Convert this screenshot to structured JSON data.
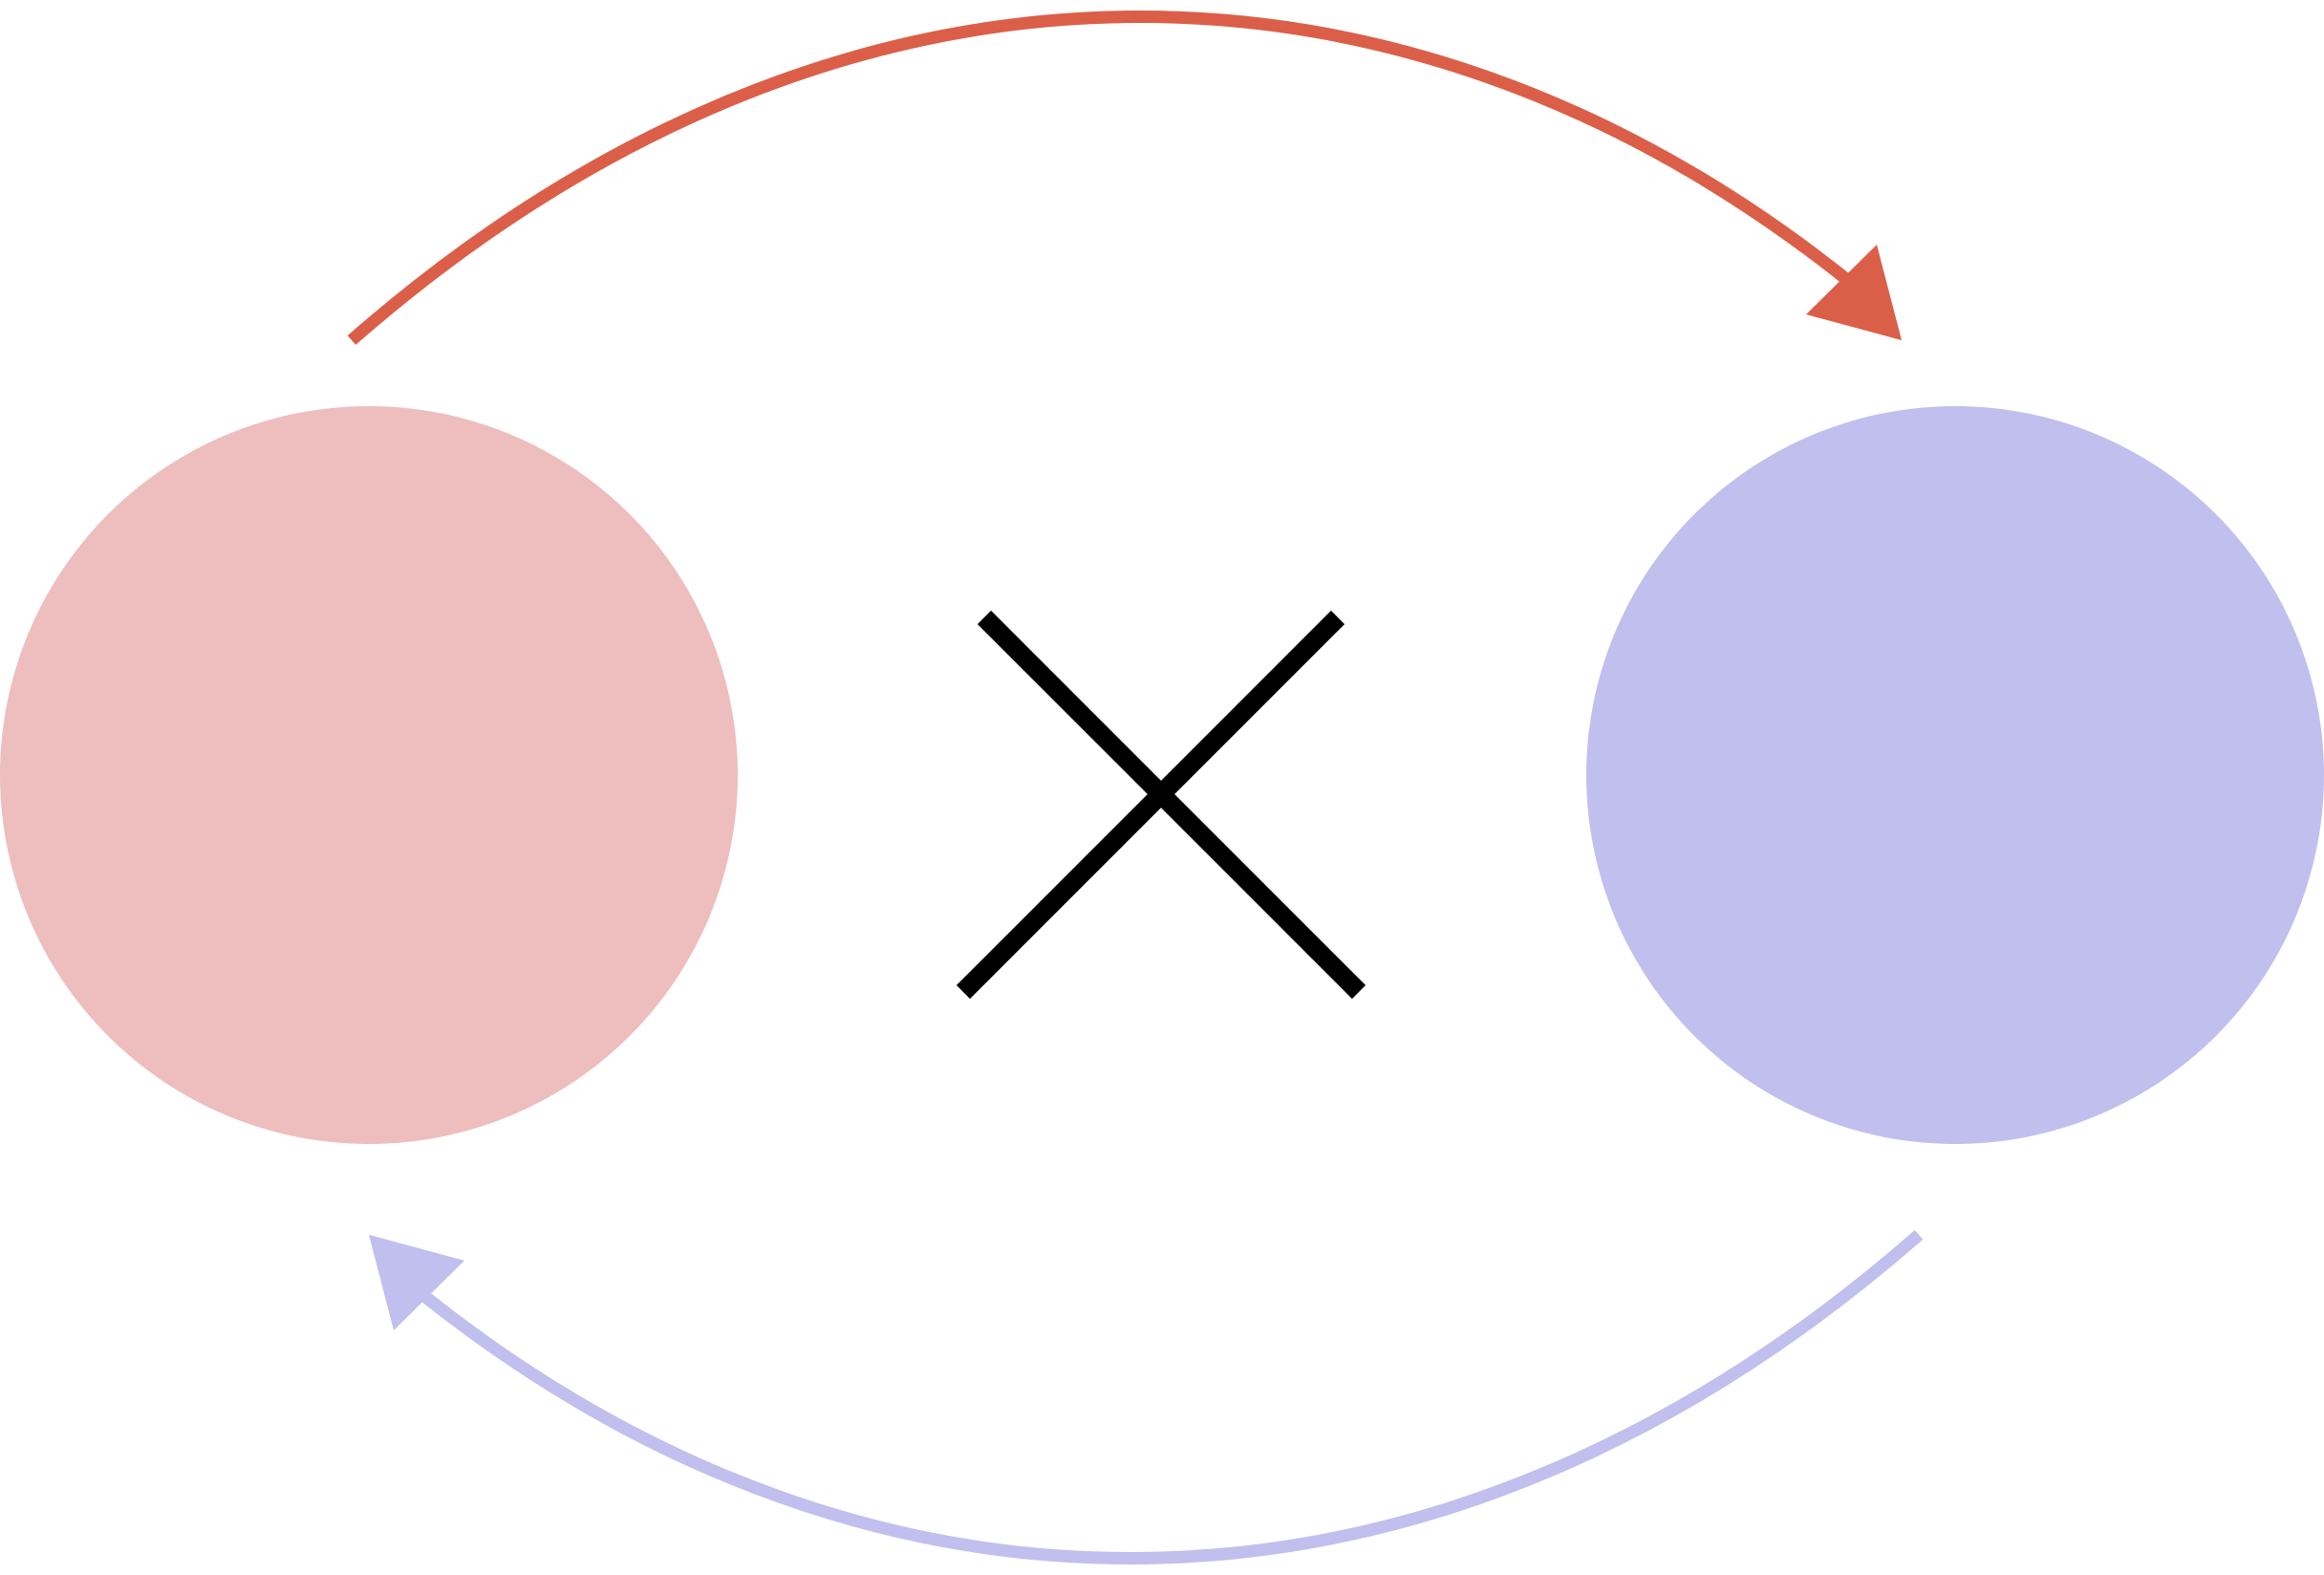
{
  "diagram": {
    "nodes": [
      {
        "id": "left-node",
        "color": "#eebdbe"
      },
      {
        "id": "right-node",
        "color": "#c0bfee"
      }
    ],
    "edges": [
      {
        "from": "left-node",
        "to": "right-node",
        "color": "#db5f48"
      },
      {
        "from": "right-node",
        "to": "left-node",
        "color": "#c0bfee"
      }
    ],
    "center_mark": {
      "icon": "cross-icon",
      "color": "#000000"
    }
  }
}
